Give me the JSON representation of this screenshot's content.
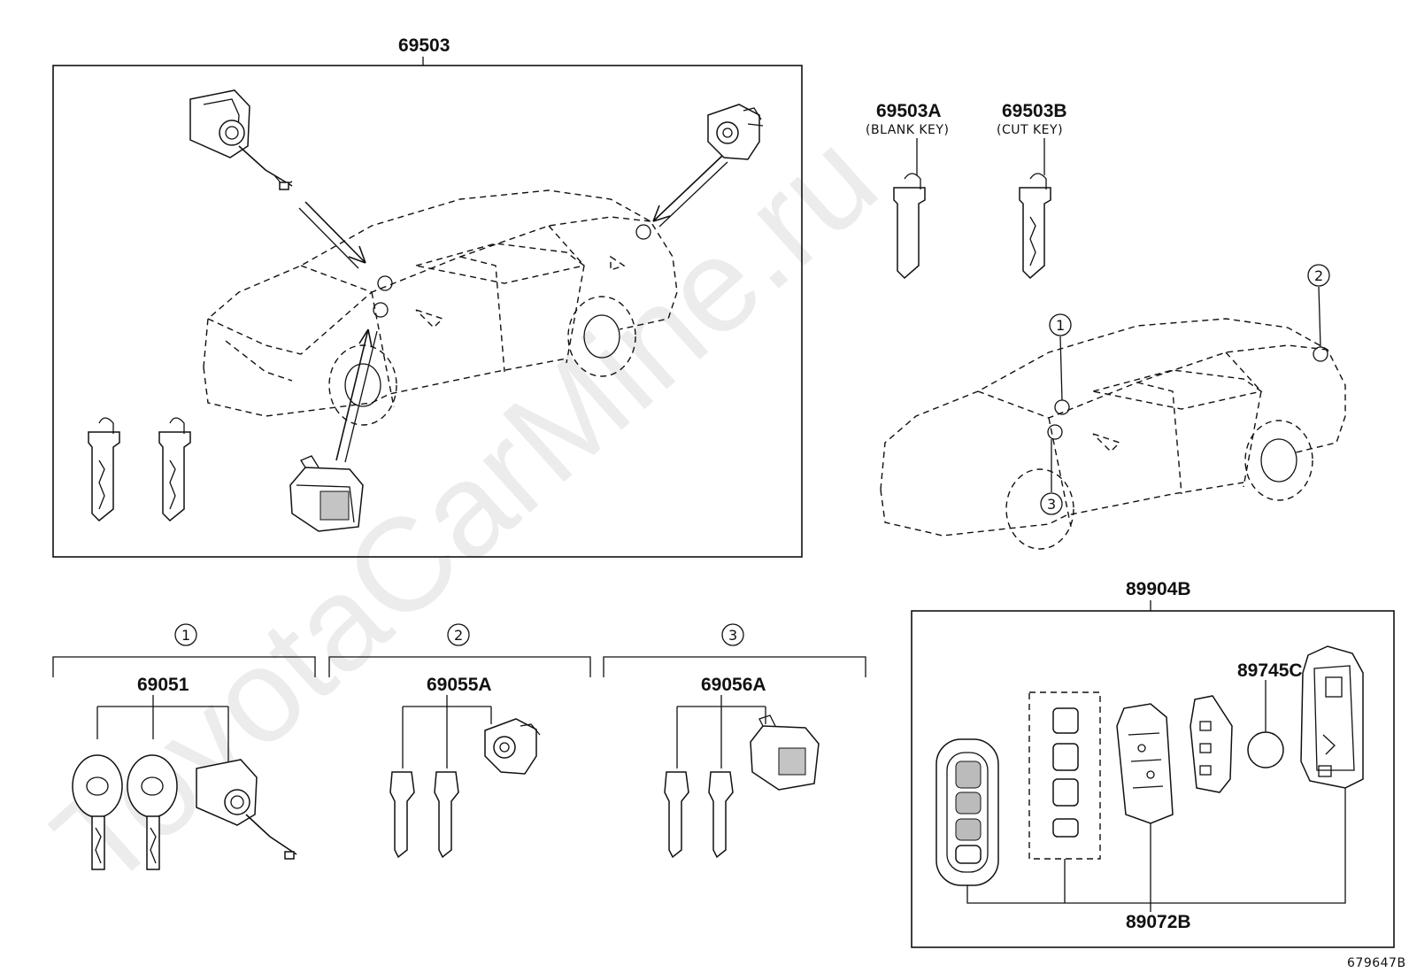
{
  "labels": {
    "assembly_main": "69503",
    "blank_key_part": "69503A",
    "blank_key_desc": "(BLANK KEY)",
    "cut_key_part": "69503B",
    "cut_key_desc": "(CUT KEY)",
    "remote_assembly": "89904B",
    "battery_part": "89745C",
    "case_part": "89072B",
    "group1_part": "69051",
    "group2_part": "69055A",
    "group3_part": "69056A",
    "callout1": "1",
    "callout2": "2",
    "callout3": "3",
    "illustration_code": "679647B",
    "watermark": "ToyotaCarMine.ru"
  }
}
